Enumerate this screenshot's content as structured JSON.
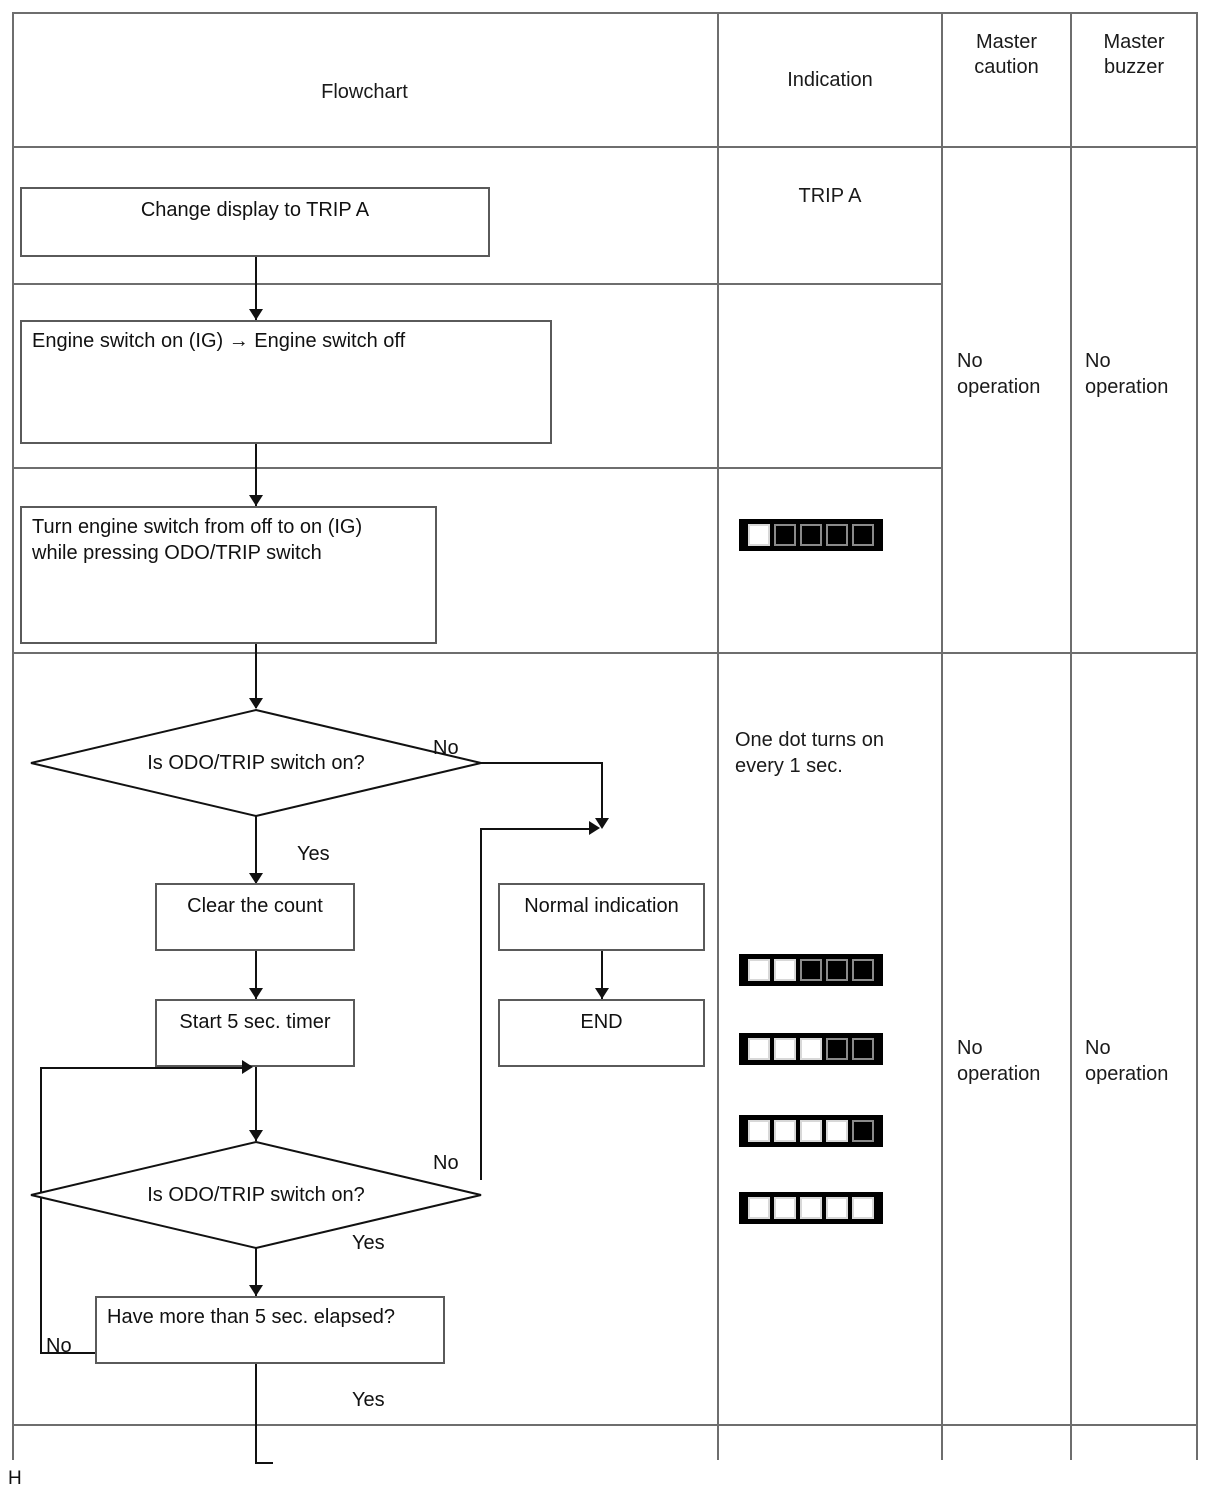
{
  "table": {
    "columns": [
      {
        "key": "flowchart",
        "header": "Flowchart"
      },
      {
        "key": "indication",
        "header": "Indication"
      },
      {
        "key": "master_caution",
        "header": "Master\ncaution"
      },
      {
        "key": "master_caution_line1",
        "header": "Master"
      },
      {
        "key": "master_caution_line2",
        "header": "caution"
      },
      {
        "key": "master_buzzer_line1",
        "header": "Master"
      },
      {
        "key": "master_buzzer_line2",
        "header": "buzzer"
      }
    ],
    "headers": {
      "flowchart": "Flowchart",
      "indication": "Indication",
      "master_caution_l1": "Master",
      "master_caution_l2": "caution",
      "master_buzzer_l1": "Master",
      "master_buzzer_l2": "buzzer"
    }
  },
  "rows": [
    {
      "id": "row-trip-a",
      "flowchart_step": "Change display to TRIP A",
      "indication": "TRIP A",
      "master_caution": "",
      "master_buzzer": ""
    },
    {
      "id": "row-engine-off",
      "flowchart_step": "Engine switch on (IG) → Engine switch off",
      "indication": "",
      "master_caution_l1": "No",
      "master_caution_l2": "operation",
      "master_buzzer_l1": "No",
      "master_buzzer_l2": "operation"
    },
    {
      "id": "row-turn-on-pressing",
      "flowchart_step_l1": "Turn engine switch from off to on (IG)",
      "flowchart_step_l2": "while pressing ODO/TRIP switch",
      "indication": "dot-bar-1"
    },
    {
      "id": "row-loop",
      "indication_note_l1": "One dot turns on",
      "indication_note_l2": "every 1 sec.",
      "master_caution_l1": "No",
      "master_caution_l2": "operation",
      "master_buzzer_l1": "No",
      "master_buzzer_l2": "operation"
    }
  ],
  "flowchart": {
    "boxes": {
      "change_display": "Change display to TRIP A",
      "engine_switch": "Engine switch on (IG) → Engine switch off",
      "turn_engine_l1": "Turn engine switch from off to on (IG)",
      "turn_engine_l2": "while pressing ODO/TRIP switch",
      "clear_count": "Clear the count",
      "start_timer": "Start 5 sec. timer",
      "normal_indication": "Normal indication",
      "end": "END",
      "elapsed_check": "Have more than 5 sec. elapsed?"
    },
    "decisions": {
      "odo_trip_1": "Is ODO/TRIP switch on?",
      "odo_trip_2": "Is ODO/TRIP switch on?"
    },
    "branch_labels": {
      "d1_no": "No",
      "d1_yes": "Yes",
      "d2_no": "No",
      "d2_yes": "Yes",
      "elapsed_no": "No",
      "elapsed_yes": "Yes"
    }
  },
  "indication_column": {
    "trip_a": "TRIP A",
    "note_l1": "One dot turns on",
    "note_l2": "every 1 sec.",
    "dot_bars": [
      {
        "id": "bar-1",
        "total": 5,
        "on": 1,
        "pattern": [
          1,
          0,
          0,
          0,
          0
        ]
      },
      {
        "id": "bar-2",
        "total": 5,
        "on": 2,
        "pattern": [
          1,
          1,
          0,
          0,
          0
        ]
      },
      {
        "id": "bar-3",
        "total": 5,
        "on": 3,
        "pattern": [
          1,
          1,
          1,
          0,
          0
        ]
      },
      {
        "id": "bar-4",
        "total": 5,
        "on": 4,
        "pattern": [
          1,
          1,
          1,
          1,
          0
        ]
      },
      {
        "id": "bar-5",
        "total": 5,
        "on": 5,
        "pattern": [
          1,
          1,
          1,
          1,
          1
        ]
      }
    ]
  },
  "master_columns": {
    "caution_upper_l1": "No",
    "caution_upper_l2": "operation",
    "buzzer_upper_l1": "No",
    "buzzer_upper_l2": "operation",
    "caution_lower_l1": "No",
    "caution_lower_l2": "operation",
    "buzzer_lower_l1": "No",
    "buzzer_lower_l2": "operation"
  },
  "footer": {
    "mark": "H"
  },
  "colors": {
    "rule": "#6e6e6e",
    "box_border": "#5a5a5a",
    "line": "#111111",
    "text": "#1a1a1a",
    "dot_off": "#000000",
    "dot_on": "#ffffff",
    "dot_border": "#8a8a8a"
  }
}
